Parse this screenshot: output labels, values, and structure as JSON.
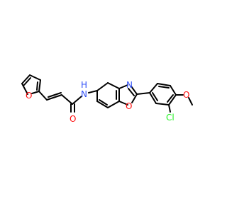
{
  "colors": {
    "background": "#ffffff",
    "bond": "#000000",
    "oxygen": "#ff0d0d",
    "nitrogen": "#3050f8",
    "chlorine": "#1ff01f"
  },
  "atoms": {
    "furan_oxygen": "O",
    "carbonyl_oxygen": "O",
    "amide_nitrogen": "N",
    "amide_hydrogen": "H",
    "oxazole_nitrogen": "N",
    "oxazole_oxygen": "O",
    "chlorine": "Cl",
    "methoxy_oxygen": "O"
  }
}
